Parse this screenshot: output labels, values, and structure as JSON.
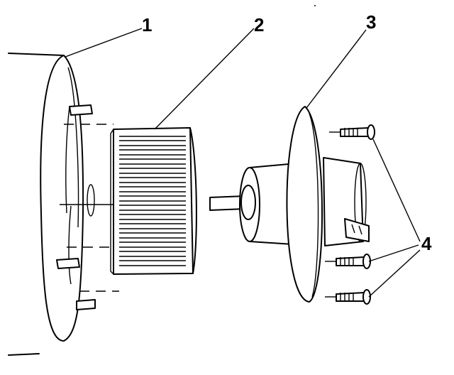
{
  "callouts": {
    "c1": "1",
    "c2": "2",
    "c3": "3",
    "c4": "4"
  },
  "parts": [
    {
      "name": "blower-housing"
    },
    {
      "name": "blower-wheel"
    },
    {
      "name": "blower-motor"
    },
    {
      "name": "motor-mounting-screws"
    }
  ]
}
